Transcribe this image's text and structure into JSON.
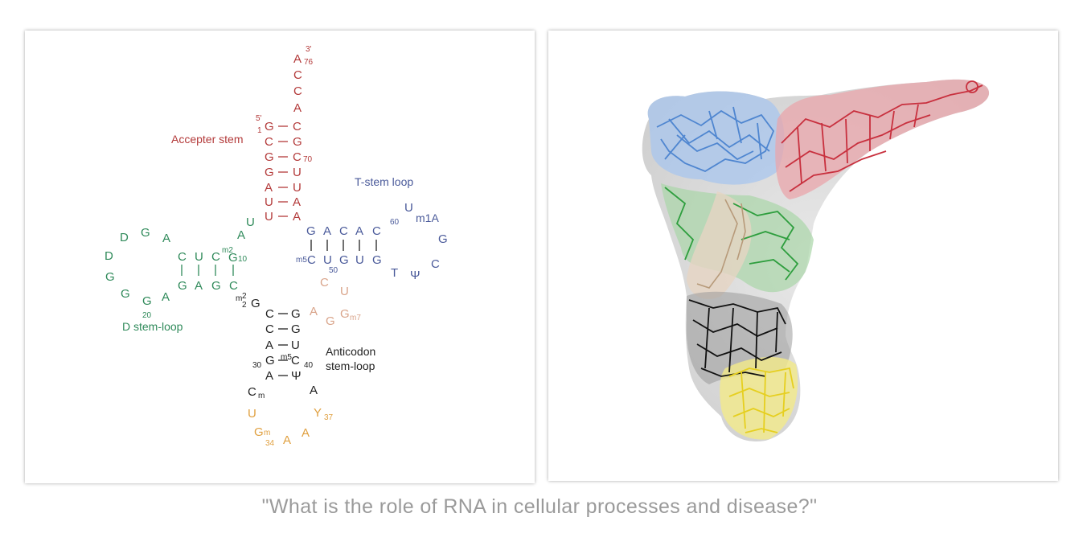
{
  "caption": "\"What is the role of RNA in cellular processes and disease?\"",
  "colors": {
    "acceptor": "#b33a3a",
    "t_loop": "#4a5a9a",
    "d_loop": "#2f8a5a",
    "anticodon_stem": "#222222",
    "anticodon_loop": "#e0a040",
    "variable": "#d9a48a"
  },
  "diagram": {
    "labels": {
      "acceptor_stem": "Accepter stem",
      "t_stem_loop": "T-stem loop",
      "d_stem_loop": "D stem-loop",
      "anticodon_line1": "Anticodon",
      "anticodon_line2": "stem-loop"
    },
    "ends": {
      "three_prime": "3'",
      "five_prime": "5'",
      "pos1": "1",
      "pos76": "76"
    },
    "acceptor": {
      "tail": [
        "A",
        "C",
        "C",
        "A"
      ],
      "left": [
        "G",
        "C",
        "G",
        "G",
        "A",
        "U",
        "U"
      ],
      "right": [
        "C",
        "G",
        "C",
        "U",
        "U",
        "A",
        "A"
      ],
      "num70": "70"
    },
    "connector": {
      "a": "U",
      "b": "A"
    },
    "t_arm": {
      "top": [
        "G",
        "A",
        "C",
        "A",
        "C"
      ],
      "bottom": [
        "C",
        "U",
        "G",
        "U",
        "G"
      ],
      "m5": "m5",
      "num50": "50",
      "num60": "60",
      "loop": [
        "U",
        "m1A",
        "G",
        "C",
        "Ψ",
        "T"
      ]
    },
    "d_arm": {
      "top": [
        "C",
        "U",
        "C",
        "G"
      ],
      "bottom": [
        "G",
        "A",
        "G",
        "C"
      ],
      "m2": "m2",
      "num10": "10",
      "loop": [
        "A",
        "G",
        "D",
        "D",
        "G",
        "G",
        "G",
        "A"
      ],
      "num20": "20"
    },
    "variable": {
      "a": "C",
      "b": "U",
      "c": "A",
      "d": "G",
      "e": "G",
      "m7": "m7"
    },
    "m22g": {
      "base": "G",
      "sup": "m",
      "sub2a": "2",
      "sub2b": "2"
    },
    "anticodon": {
      "left": [
        "C",
        "C",
        "A",
        "G",
        "A"
      ],
      "right": [
        "G",
        "G",
        "U",
        "C",
        "Ψ"
      ],
      "m5": "m5",
      "num30": "30",
      "num40": "40",
      "cm": "C",
      "cm_sub": "m",
      "a": "A",
      "loop": {
        "u": "U",
        "gm": "G",
        "gm_sub": "m",
        "num34": "34",
        "a1": "A",
        "a2": "A",
        "y": "Y",
        "num37": "37"
      }
    }
  }
}
